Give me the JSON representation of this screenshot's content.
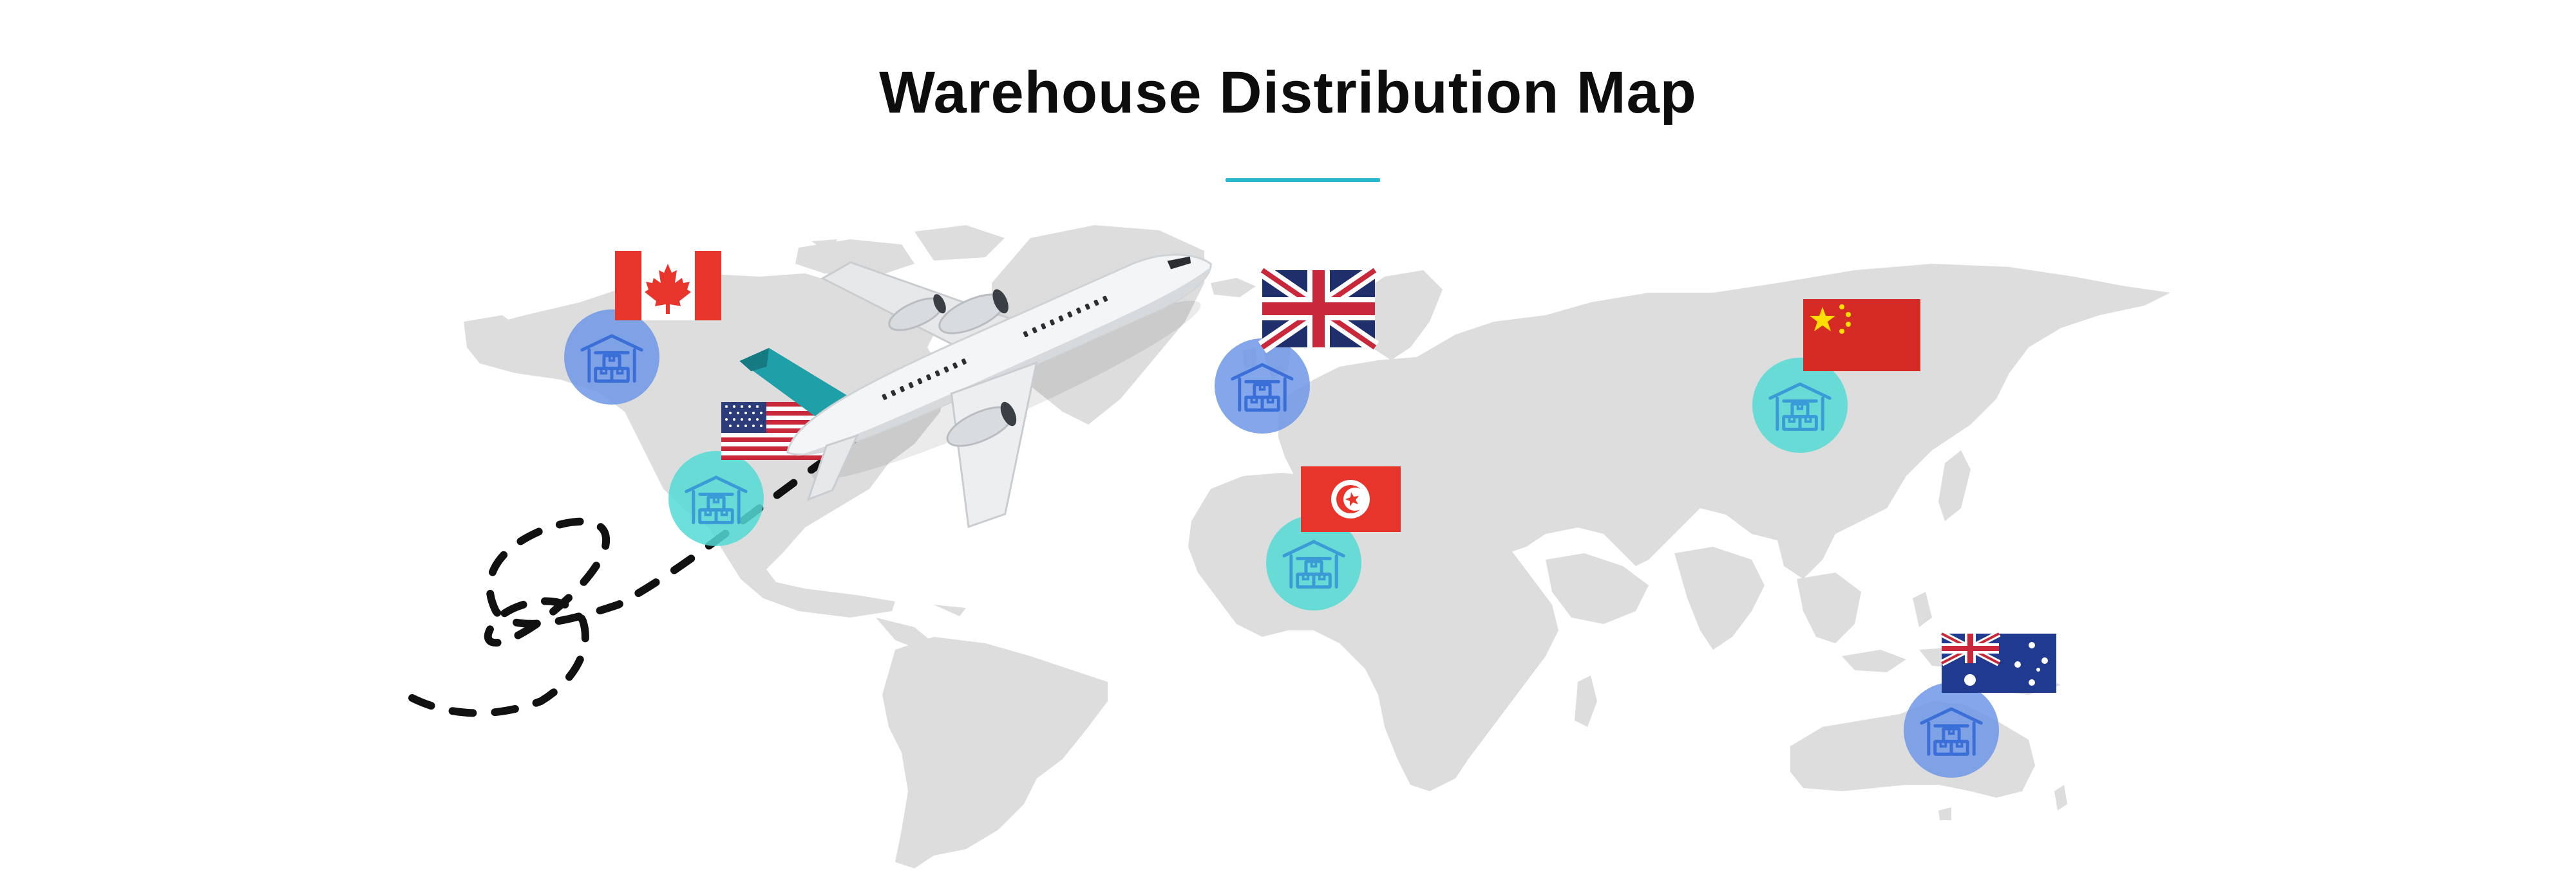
{
  "page": {
    "title": "Warehouse Distribution Map",
    "accent_color": "#29b6cf"
  },
  "map": {
    "land_color": "#dddddd",
    "route_color": "#111111"
  },
  "warehouses": [
    {
      "country": "Canada",
      "flag": "canada-flag",
      "marker_color": "#6f97e6"
    },
    {
      "country": "United States",
      "flag": "usa-flag",
      "marker_color": "#55dad6"
    },
    {
      "country": "United Kingdom",
      "flag": "uk-flag",
      "marker_color": "#6f97e6"
    },
    {
      "country": "Tunisia",
      "flag": "tunisia-flag",
      "marker_color": "#55dad6"
    },
    {
      "country": "China",
      "flag": "china-flag",
      "marker_color": "#55dad6"
    },
    {
      "country": "Australia",
      "flag": "australia-flag",
      "marker_color": "#6f97e6"
    }
  ],
  "icons": {
    "warehouse": "warehouse-icon",
    "airplane": "airplane-icon"
  }
}
